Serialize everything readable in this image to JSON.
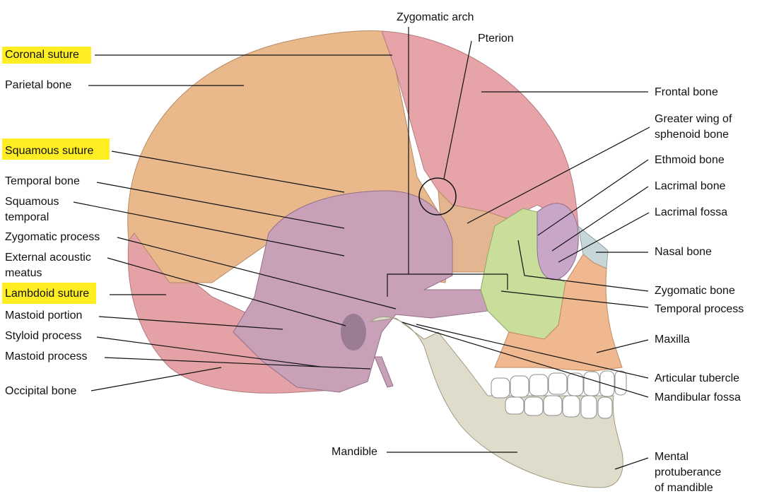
{
  "labels": {
    "zygomatic_arch": "Zygomatic arch",
    "pterion": "Pterion",
    "coronal_suture": "Coronal suture",
    "parietal_bone": "Parietal bone",
    "squamous_suture": "Squamous suture",
    "temporal_bone": "Temporal bone",
    "squamous_temporal_1": "Squamous",
    "squamous_temporal_2": "temporal",
    "zygomatic_process": "Zygomatic process",
    "external_acoustic_1": "External acoustic",
    "external_acoustic_2": "meatus",
    "lambdoid_suture": "Lambdoid suture",
    "mastoid_portion": "Mastoid portion",
    "styloid_process": "Styloid process",
    "mastoid_process": "Mastoid process",
    "occipital_bone": "Occipital bone",
    "frontal_bone": "Frontal bone",
    "greater_wing_1": "Greater wing of",
    "greater_wing_2": "sphenoid bone",
    "ethmoid_bone": "Ethmoid bone",
    "lacrimal_bone": "Lacrimal bone",
    "lacrimal_fossa": "Lacrimal fossa",
    "nasal_bone": "Nasal bone",
    "zygomatic_bone": "Zygomatic bone",
    "temporal_process": "Temporal process",
    "maxilla": "Maxilla",
    "articular_tubercle": "Articular tubercle",
    "mandibular_fossa": "Mandibular fossa",
    "mandible": "Mandible",
    "mental_1": "Mental",
    "mental_2": "protuberance",
    "mental_3": "of mandible"
  },
  "colors": {
    "parietal": "#e9b98c",
    "frontal": "#e6a3a8",
    "temporal": "#c8a0b8",
    "sphenoid": "#e3b590",
    "zygomatic": "#c8de9a",
    "maxilla": "#f0b891",
    "mandible": "#e0dccb",
    "occipital": "#e5a2a6",
    "nasal": "#c7d7d9",
    "orbit": "#c7a6c7",
    "teeth": "#ffffff",
    "highlight": "#ffee22",
    "line": "#1a1a1a"
  }
}
